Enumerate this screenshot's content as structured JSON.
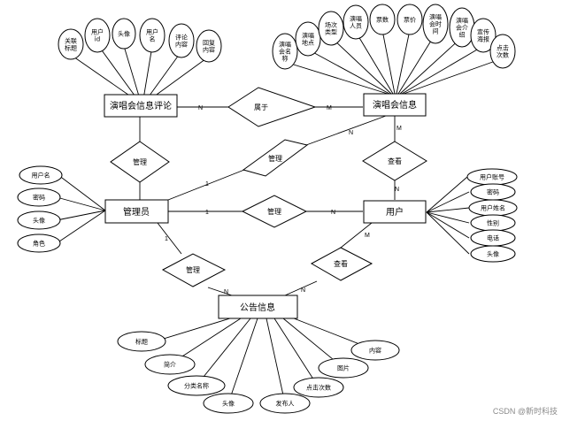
{
  "entities": {
    "review": "演唱会信息评论",
    "concert": "演唱会信息",
    "admin": "管理员",
    "user": "用户",
    "notice": "公告信息"
  },
  "relationships": {
    "belongs": "属于",
    "admin_review": "管理",
    "admin_concert": "管理",
    "admin_user": "管理",
    "user_concert": "查看",
    "admin_notice": "管理",
    "user_notice": "查看"
  },
  "cardinalities": {
    "review_belongs": "N",
    "concert_belongs": "M",
    "concert_admin": "N",
    "admin_concert": "1",
    "concert_user": "M",
    "user_concert": "N",
    "admin_user_1": "1",
    "admin_user_n": "N",
    "admin_notice_1": "1",
    "notice_admin": "N",
    "user_notice": "M",
    "notice_user": "N"
  },
  "attributes": {
    "review": [
      "关联\n标题",
      "用户\nid",
      "头像",
      "用户\n名",
      "评论\n内容",
      "回复\n内容"
    ],
    "concert": [
      "演唱\n会名\n称",
      "演唱\n地点",
      "场次\n类型",
      "演唱\n人员",
      "票数",
      "票价",
      "演唱\n会时\n间",
      "演唱\n会介\n绍",
      "宣传\n海报",
      "点击\n次数"
    ],
    "admin": [
      "用户名",
      "密码",
      "头像",
      "角色"
    ],
    "user": [
      "用户账号",
      "密码",
      "用户姓名",
      "性别",
      "电话",
      "头像"
    ],
    "notice": [
      "标题",
      "简介",
      "分类名称",
      "头像",
      "发布人",
      "点击次数",
      "图片",
      "内容"
    ]
  },
  "watermark": "CSDN @新时科技"
}
